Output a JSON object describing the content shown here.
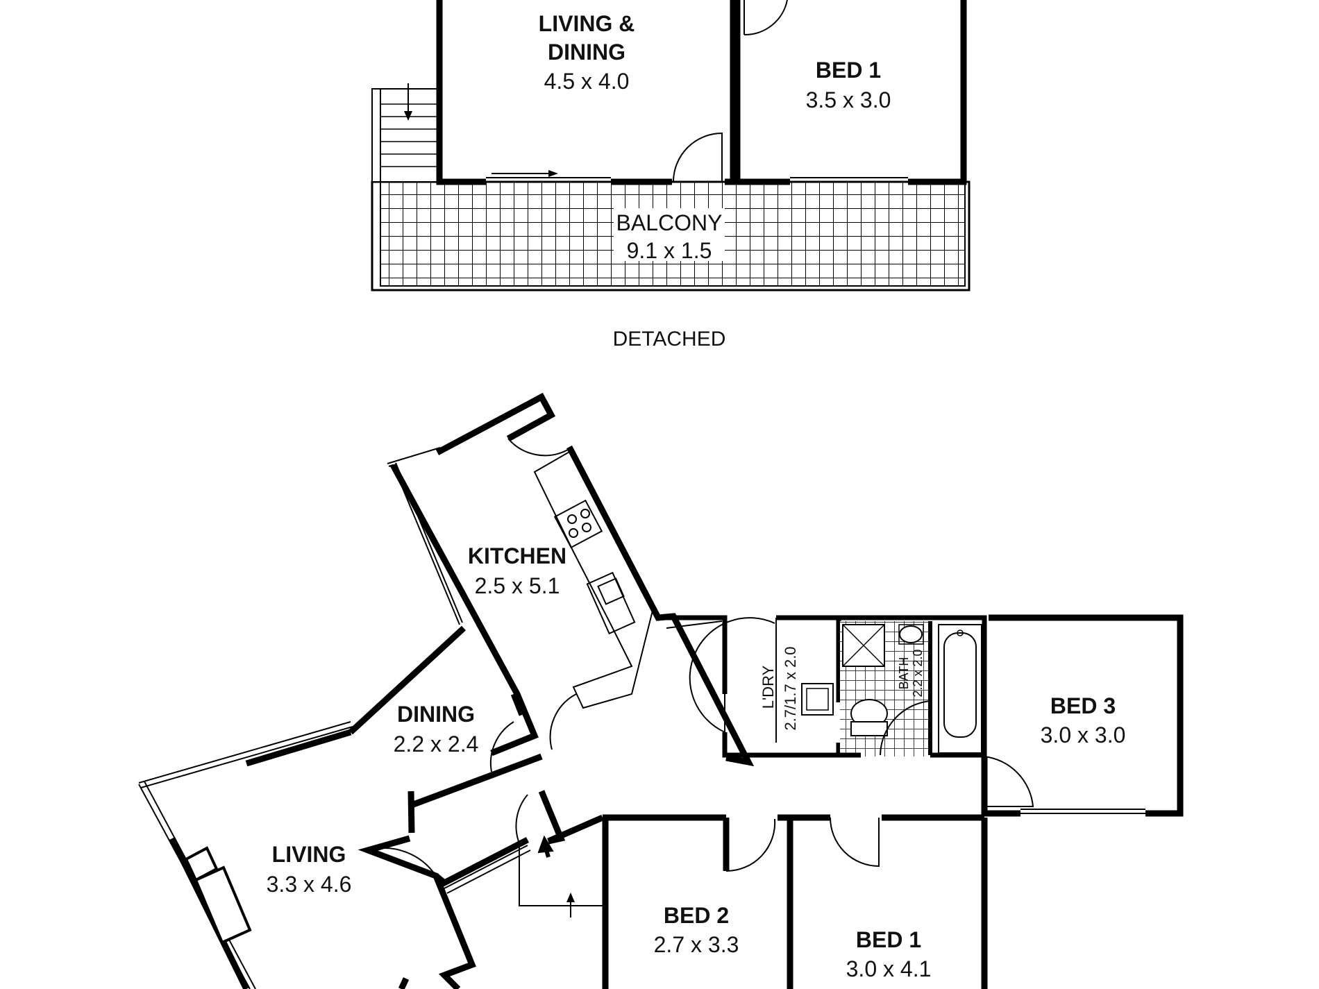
{
  "detached": {
    "caption": "DETACHED",
    "living_dining": {
      "name_line1": "LIVING &",
      "name_line2": "DINING",
      "size": "4.5 x 4.0"
    },
    "bed1": {
      "name": "BED 1",
      "size": "3.5 x 3.0"
    },
    "balcony": {
      "name": "BALCONY",
      "size": "9.1 x 1.5"
    }
  },
  "house": {
    "kitchen": {
      "name": "KITCHEN",
      "size": "2.5 x 5.1"
    },
    "dining": {
      "name": "DINING",
      "size": "2.2 x 2.4"
    },
    "living": {
      "name": "LIVING",
      "size": "3.3 x 4.6"
    },
    "laundry": {
      "label": "L'DRY",
      "size": "2.7/1.7 x 2.0"
    },
    "bath": {
      "label": "BATH",
      "size": "2.2 x 2.0"
    },
    "bed3": {
      "name": "BED 3",
      "size": "3.0 x 3.0"
    },
    "bed2": {
      "name": "BED 2",
      "size": "2.7 x 3.3"
    },
    "bed1": {
      "name": "BED 1",
      "size": "3.0 x 4.1"
    }
  },
  "colors": {
    "wall": "#000000",
    "background": "#ffffff",
    "text": "#111111"
  }
}
